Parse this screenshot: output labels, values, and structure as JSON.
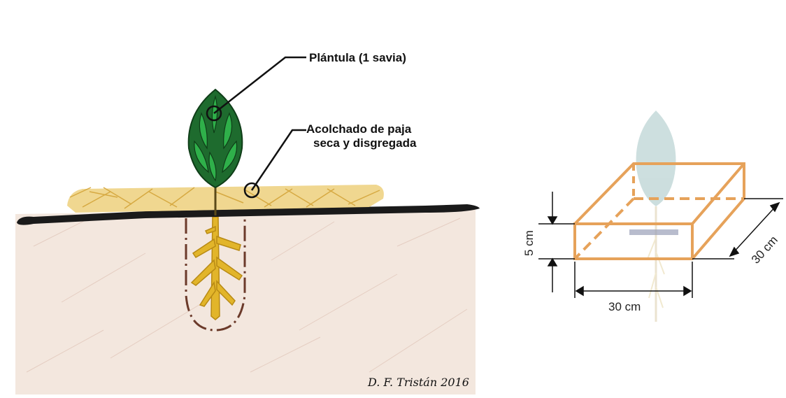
{
  "planting_illustration": {
    "labels": {
      "seedling": "Plántula (1 savia)",
      "mulch_line1": "Acolchado de paja",
      "mulch_line2": "seca y disgregada"
    },
    "signature": "D. F. Tristán 2016"
  },
  "mulch_dimensions": {
    "depth": "5 cm",
    "width": "30 cm",
    "length": "30 cm"
  },
  "colors": {
    "soil": "#f3e7de",
    "ground_line": "#1a1a1a",
    "straw": "#e8c35a",
    "leaf": "#1f8a3a",
    "root": "#e2b52a",
    "root_pit": "#6b3a2a",
    "box_edge": "#e6a25a"
  }
}
